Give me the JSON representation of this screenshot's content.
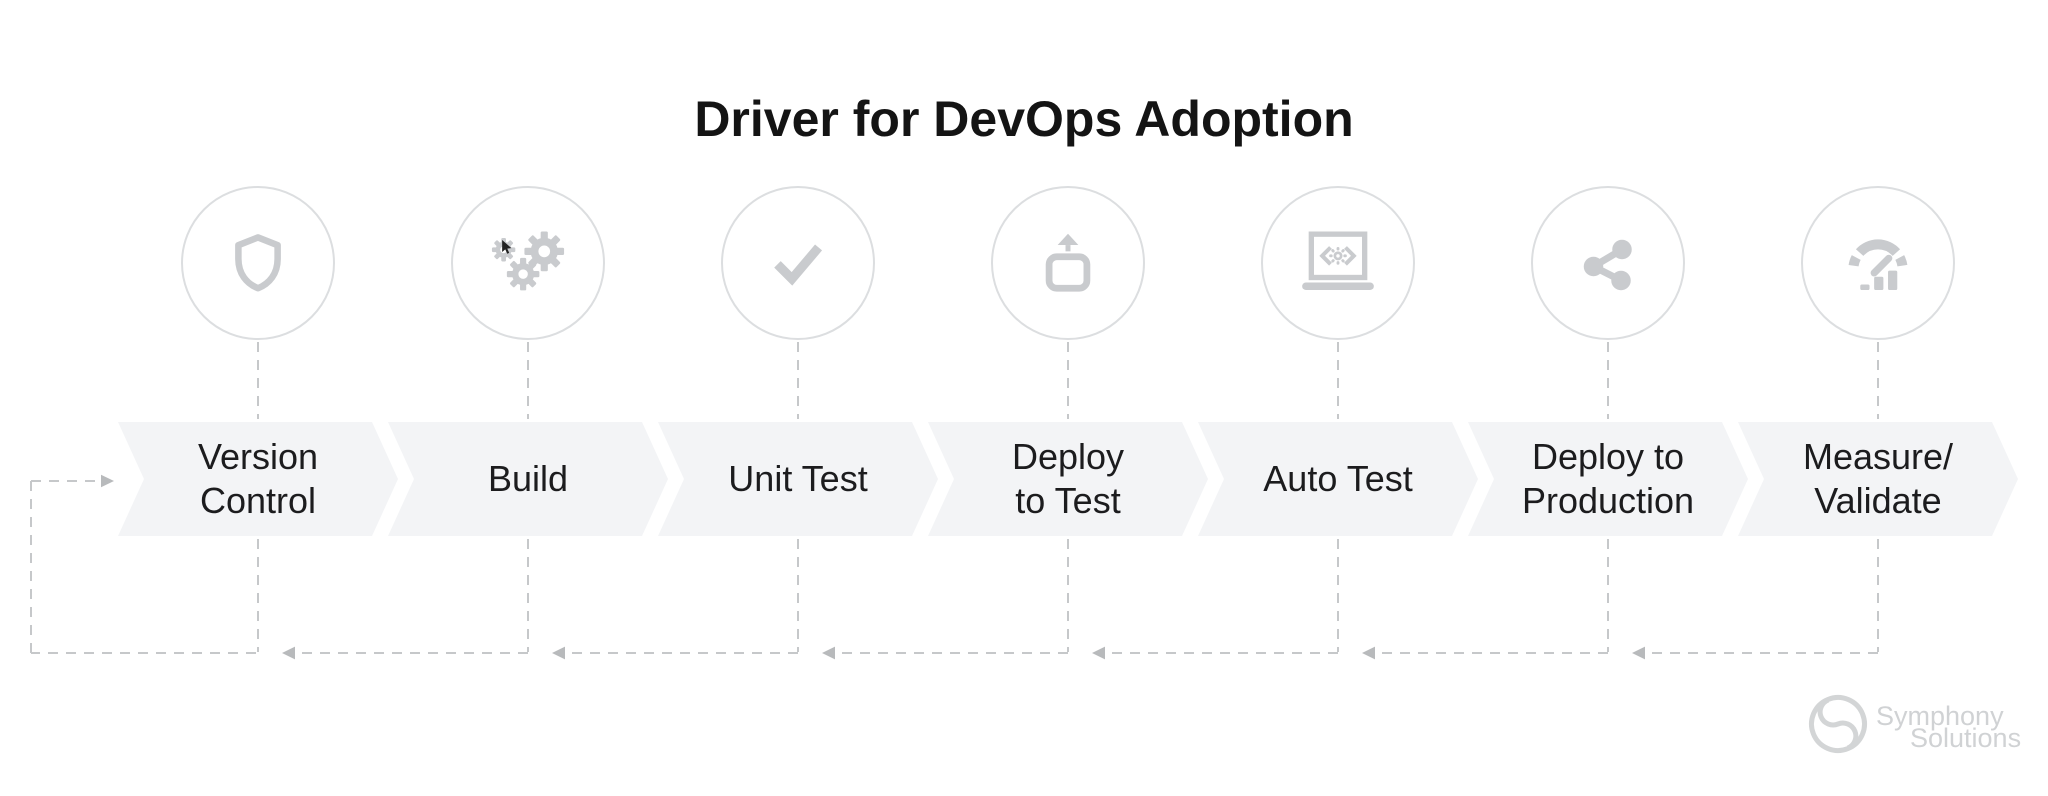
{
  "title": "Driver for DevOps Adoption",
  "pipeline": {
    "flow_direction": "left-to-right with dashed feedback arrows looping back",
    "stages": [
      {
        "label": "Version Control",
        "lines": [
          "Version",
          "Control"
        ],
        "icon": "shield-icon"
      },
      {
        "label": "Build",
        "lines": [
          "Build"
        ],
        "icon": "gears-icon"
      },
      {
        "label": "Unit Test",
        "lines": [
          "Unit Test"
        ],
        "icon": "checkmark-icon"
      },
      {
        "label": "Deploy to Test",
        "lines": [
          "Deploy",
          "to Test"
        ],
        "icon": "upload-box-icon"
      },
      {
        "label": "Auto Test",
        "lines": [
          "Auto Test"
        ],
        "icon": "laptop-code-icon"
      },
      {
        "label": "Deploy to Production",
        "lines": [
          "Deploy to",
          "Production"
        ],
        "icon": "share-nodes-icon"
      },
      {
        "label": "Measure/Validate",
        "lines": [
          "Measure/",
          "Validate"
        ],
        "icon": "gauge-icon"
      }
    ]
  },
  "logo": {
    "name": "Symphony Solutions",
    "line1": "Symphony",
    "line2": "Solutions"
  },
  "colors": {
    "background": "#ffffff",
    "title_text": "#141414",
    "stage_text": "#1c1c1e",
    "chevron_fill": "#f3f4f6",
    "circle_stroke": "#dcdee0",
    "icon_gray": "#c9cbce",
    "dash_gray": "#c6c8ca",
    "arrow_gray": "#b8babc",
    "logo_gray": "#d0d2d4"
  }
}
